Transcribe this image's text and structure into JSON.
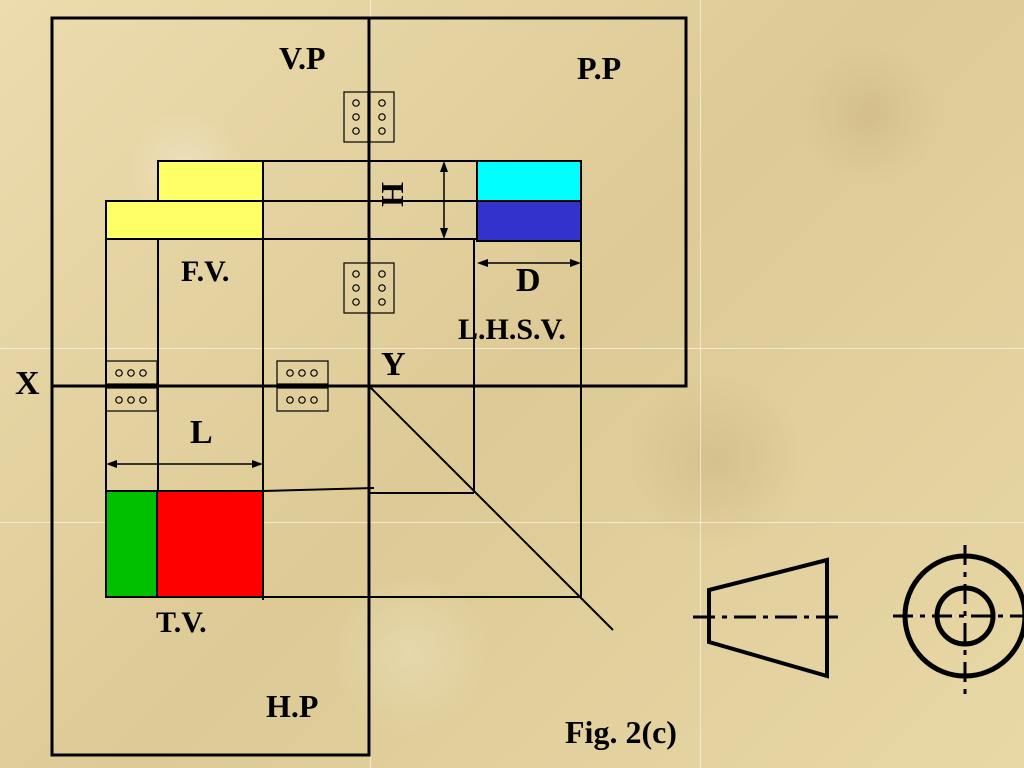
{
  "planes": {
    "vertical": "V.P",
    "profile": "P.P",
    "horizontal": "H.P"
  },
  "views": {
    "front": "F.V.",
    "top": "T.V.",
    "side": "L.H.S.V."
  },
  "axis": {
    "x": "X",
    "y": "Y"
  },
  "dimensions": {
    "height": "H",
    "depth": "D",
    "length": "L"
  },
  "caption": "Fig. 2(c)",
  "colors": {
    "front_view_fill": "#ffff66",
    "side_view_top_fill": "#00ffff",
    "side_view_bottom_fill": "#3333cc",
    "top_view_left_fill": "#00c000",
    "top_view_right_fill": "#ff0000",
    "line": "#000000"
  }
}
